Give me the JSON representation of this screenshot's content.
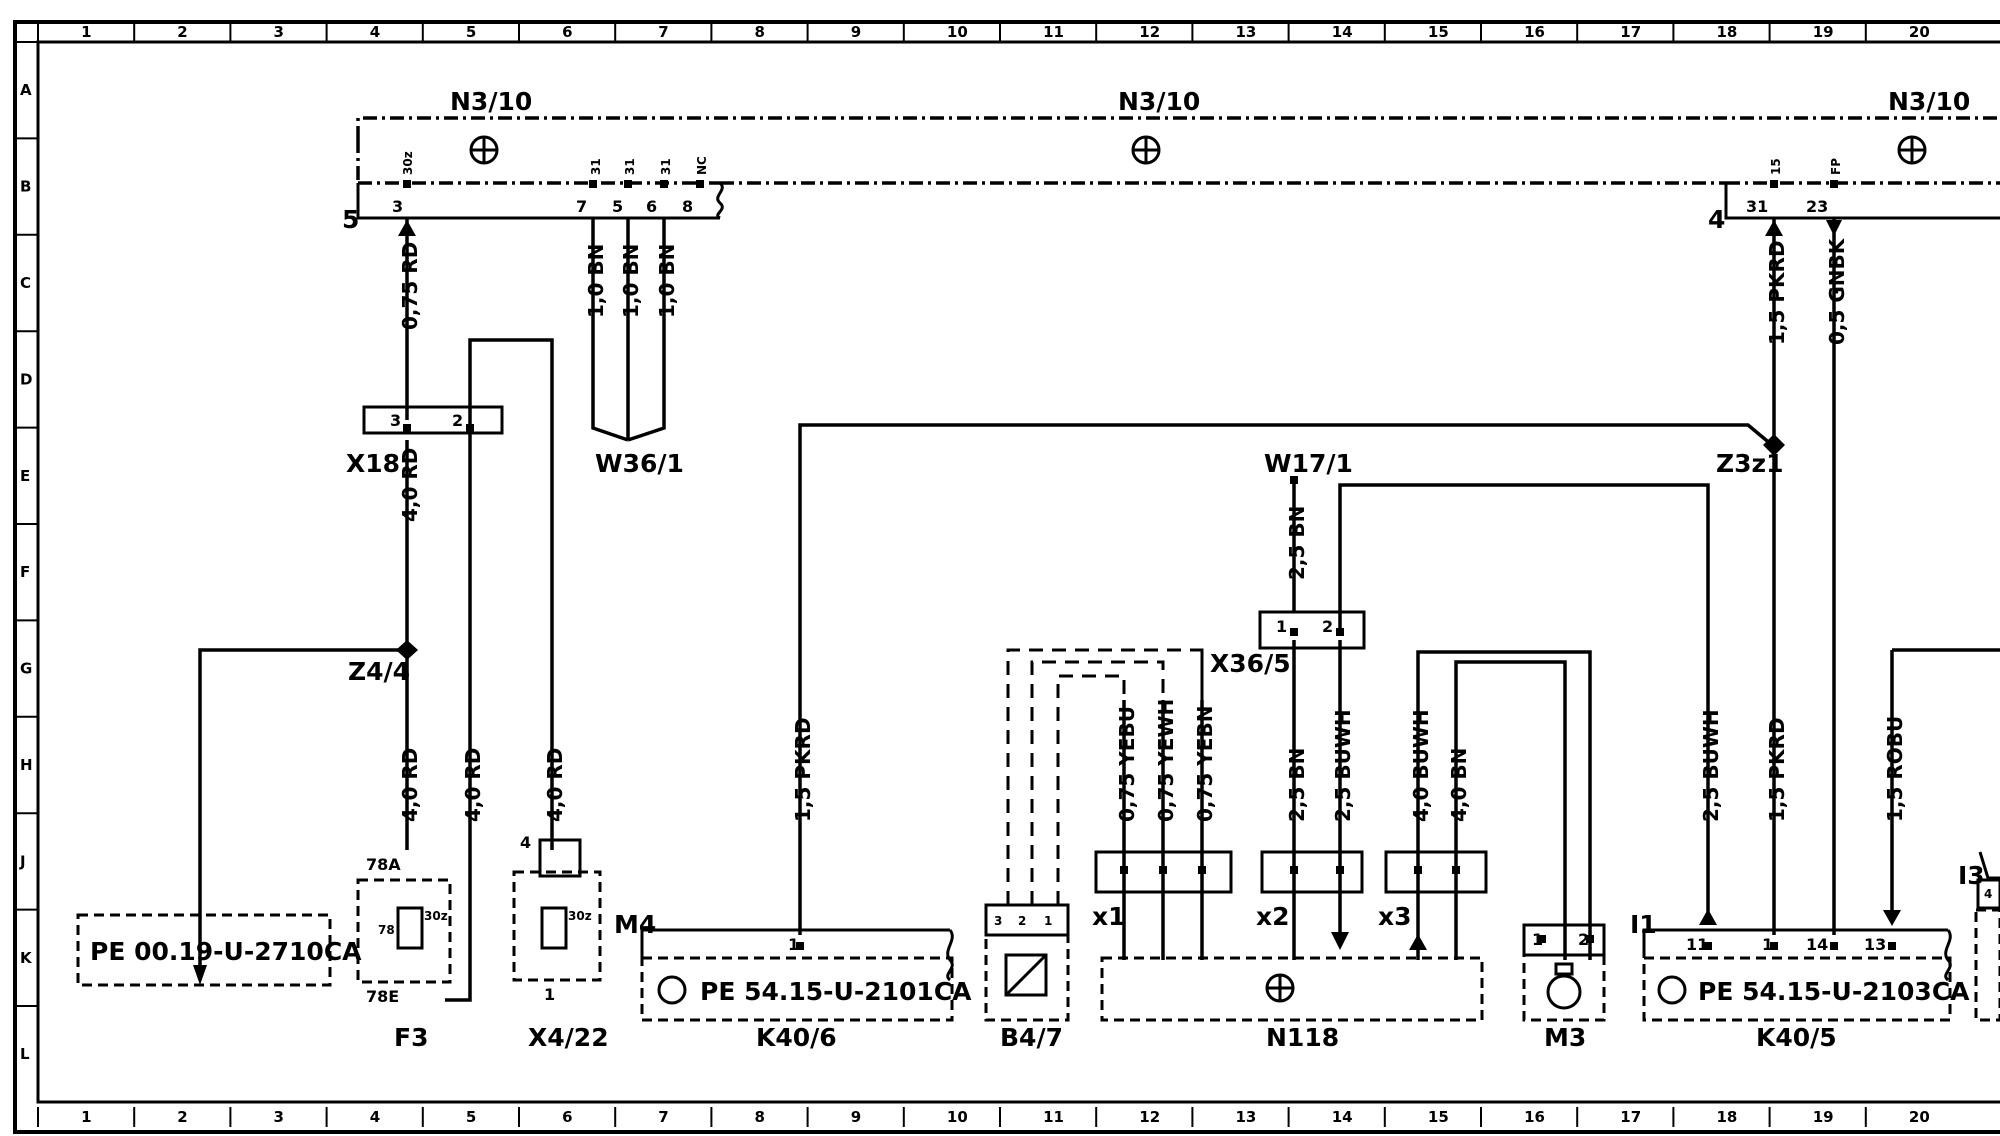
{
  "grid": {
    "columns": [
      "1",
      "2",
      "3",
      "4",
      "5",
      "6",
      "7",
      "8",
      "9",
      "10",
      "11",
      "12",
      "13",
      "14",
      "15",
      "16",
      "17",
      "18",
      "19",
      "20"
    ],
    "rows": [
      "A",
      "B",
      "C",
      "D",
      "E",
      "F",
      "G",
      "H",
      "J",
      "K",
      "L"
    ]
  },
  "components": {
    "n3_10_left": "N3/10",
    "n3_10_mid": "N3/10",
    "n3_10_right": "N3/10",
    "x18": "X18",
    "w36_1": "W36/1",
    "w17_1": "W17/1",
    "z3z1": "Z3z1",
    "z4_4": "Z4/4",
    "x36_5": "X36/5",
    "f3": "F3",
    "x4_22": "X4/22",
    "k40_6": "K40/6",
    "b4_7": "B4/7",
    "n118": "N118",
    "m3": "M3",
    "k40_5": "K40/5",
    "m4": "M4",
    "i1": "I1",
    "i3": "I3",
    "x1": "x1",
    "x2": "x2",
    "x3": "x3"
  },
  "refs": {
    "pe_left": "PE 00.19-U-2710CA",
    "pe_k40_6": "PE 54.15-U-2101CA",
    "pe_k40_5": "PE 54.15-U-2103CA"
  },
  "wires": {
    "w_075rd": "0,75 RD",
    "w_10bn_a": "1,0 BN",
    "w_10bn_b": "1,0 BN",
    "w_10bn_c": "1,0 BN",
    "w_15pkrd_top": "1,5 PKRD",
    "w_05gnbk": "0,5 GNBK",
    "w_40rd_x18": "4,0 RD",
    "w_25bn_w17": "2,5 BN",
    "w_40rd_f3a": "4,0 RD",
    "w_40rd_f3b": "4,0 RD",
    "w_40rd_x4": "4,0 RD",
    "w_15pkrd_k406": "1,5 PKRD",
    "w_075yebu": "0,75 YEBU",
    "w_075yewh": "0,75 YEWH",
    "w_075yebn": "0,75 YEBN",
    "w_25bn_x2": "2,5 BN",
    "w_25buwh_x2": "2,5 BUWH",
    "w_40buwh": "4,0 BUWH",
    "w_40bn": "4,0 BN",
    "w_25buwh_k40": "2,5 BUWH",
    "w_15pkrd_k40": "1,5 PKRD",
    "w_15robu": "1,5 ROBU"
  },
  "pins": {
    "n3_p3": "3",
    "n3_p30z": "30z",
    "n3_p7": "7",
    "n3_p5": "5",
    "n3_p6": "6",
    "n3_p8": "8",
    "n3_p31a": "31",
    "n3_p31b": "31",
    "n3_p31c": "31",
    "n3_pnc": "NC",
    "n3_conn5": "5",
    "n3r_p31": "31",
    "n3r_p23": "23",
    "n3r_p15": "15",
    "n3r_pfp": "FP",
    "n3r_conn4": "4",
    "x18_p3": "3",
    "x18_p2": "2",
    "x36_p1": "1",
    "x36_p2": "2",
    "f3_78a": "78A",
    "f3_78e": "78E",
    "f3_78": "78",
    "f3_30z": "30z",
    "x4_p4": "4",
    "x4_p1": "1",
    "x4_p30z": "30z",
    "k406_p1": "1",
    "b47_p3": "3",
    "b47_p2": "2",
    "b47_p1": "1",
    "m3_p1": "1",
    "m3_p2": "2",
    "k405_p11": "11",
    "k405_p1": "1",
    "k405_p14": "14",
    "k405_p13": "13",
    "i3_p4": "4"
  }
}
